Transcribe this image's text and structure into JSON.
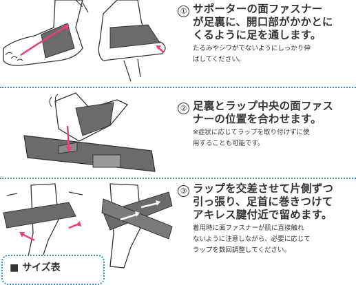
{
  "colors": {
    "accent": "#2a8fc5",
    "arrow": "#e8407f",
    "band": "#6b6b6b",
    "text": "#333333"
  },
  "steps": [
    {
      "number": "①",
      "lines": [
        "サポーターの面ファスナー",
        "が足裏に、開口部がかかとに",
        "くるように足を通します。"
      ],
      "note_lines": [
        "たるみやシワがでないようにしっかり伸",
        "ばしてください。"
      ]
    },
    {
      "number": "②",
      "lines": [
        "足裏とラップ中央の面ファス",
        "ナーの位置を合わせます。"
      ],
      "note_lines": [
        "※症状に応じてラップを取り付けずに使",
        "用することも可能です。"
      ]
    },
    {
      "number": "③",
      "lines": [
        "ラップを交差させて片側ずつ",
        "引っ張り、足首に巻きつけて",
        "アキレス腱付近で留めます。"
      ],
      "note_lines": [
        "着用時に面ファスナーが肌に直接触れ",
        "ないように注意しながら、必要に応じて",
        "ラップを数回調整してください。"
      ]
    }
  ],
  "size_section": {
    "label": "■ サイズ表"
  }
}
